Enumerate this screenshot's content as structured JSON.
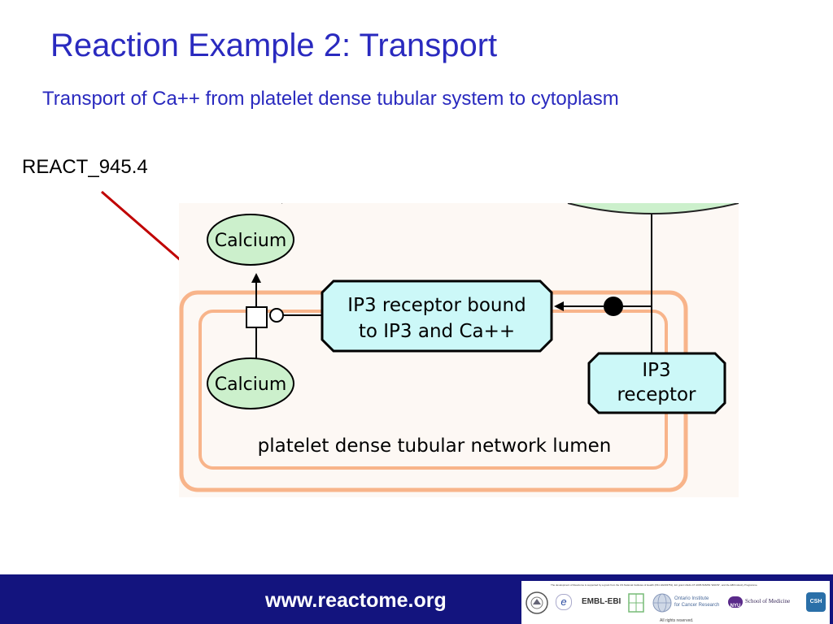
{
  "slide": {
    "title": "Reaction Example 2: Transport",
    "subtitle": "Transport of Ca++ from platelet dense tubular system to cytoplasm",
    "reaction_id": "REACT_945.4"
  },
  "diagram": {
    "calcium_top": "Calcium",
    "calcium_bottom": "Calcium",
    "complex_line1": "IP3 receptor bound",
    "complex_line2": "to IP3 and Ca++",
    "receptor_line1": "IP3",
    "receptor_line2": "receptor",
    "compartment_label": "platelet dense tubular network lumen"
  },
  "colors": {
    "title_blue": "#2a2abf",
    "footer_navy": "#13147e",
    "callout_arrow": "#c00000",
    "compartment_orange": "#f8b48a",
    "entity_green": "#ccf0cc",
    "complex_cyan": "#ccf8f8"
  },
  "footer": {
    "url": "www.reactome.org",
    "funding_note": "The development of Reactome is supported by a grant from the US National Institutes of Health (P41 HG003751), EU grant LSHG-CT-2005-518254 \"ENFIN\", and the EBI Industry Programme.",
    "logos": {
      "nih": "nih-seal-logo",
      "enfin": "e",
      "ebi": "EMBL-EBI",
      "oicr_line1": "Ontario Institute",
      "oicr_line2": "for Cancer Research",
      "nyu_badge": "NYU",
      "nyu_text": "School of Medicine",
      "csh": "CSH"
    },
    "rights": "All rights reserved."
  }
}
